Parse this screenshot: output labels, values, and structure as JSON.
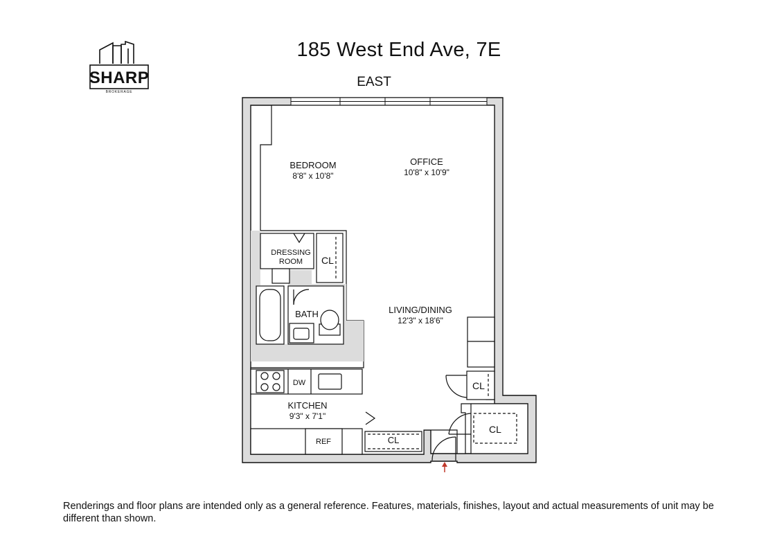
{
  "brand": {
    "name": "SHARP",
    "sub": "BROKERAGE"
  },
  "title": "185 West End Ave, 7E",
  "orientation": "EAST",
  "rooms": {
    "bedroom": {
      "name": "BEDROOM",
      "size": "8'8\" x 10'8\""
    },
    "office": {
      "name": "OFFICE",
      "size": "10'8\" x 10'9\""
    },
    "living": {
      "name": "LIVING/DINING",
      "size": "12'3\" x 18'6\""
    },
    "kitchen": {
      "name": "KITCHEN",
      "size": "9'3\" x 7'1\""
    },
    "dressing_line1": "DRESSING",
    "dressing_line2": "ROOM",
    "bath": "BATH",
    "closet": "CL",
    "dw": "DW",
    "ref": "REF"
  },
  "disclaimer": "Renderings and floor plans are intended only as a general reference. Features, materials, finishes, layout and actual measurements of unit may be different than shown.",
  "colors": {
    "wall": "#dcdcdc",
    "line": "#111111",
    "entry_arrow": "#c0392b"
  }
}
